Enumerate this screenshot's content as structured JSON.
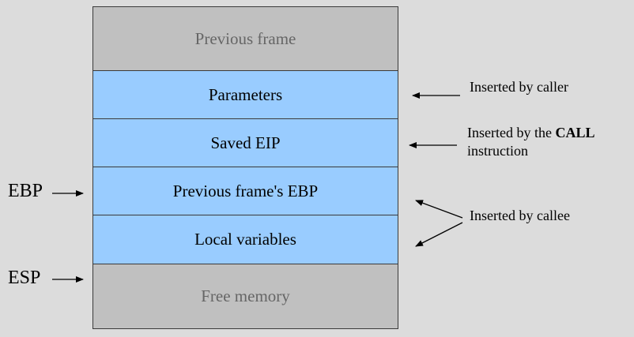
{
  "stack": [
    {
      "label": "Previous frame",
      "style": "gray"
    },
    {
      "label": "Parameters",
      "style": "blue"
    },
    {
      "label": "Saved EIP",
      "style": "blue"
    },
    {
      "label": "Previous frame's EBP",
      "style": "blue"
    },
    {
      "label": "Local variables",
      "style": "blue"
    },
    {
      "label": "Free memory",
      "style": "gray"
    }
  ],
  "annotations": {
    "caller": "Inserted by caller",
    "call_prefix": "Inserted by the ",
    "call_keyword": "CALL",
    "call_suffix": "instruction",
    "callee": "Inserted by callee"
  },
  "registers": {
    "ebp": "EBP",
    "esp": "ESP"
  },
  "colors": {
    "background": "#dcdcdc",
    "gray_block": "#c0c0c0",
    "blue_block": "#99ccff"
  }
}
